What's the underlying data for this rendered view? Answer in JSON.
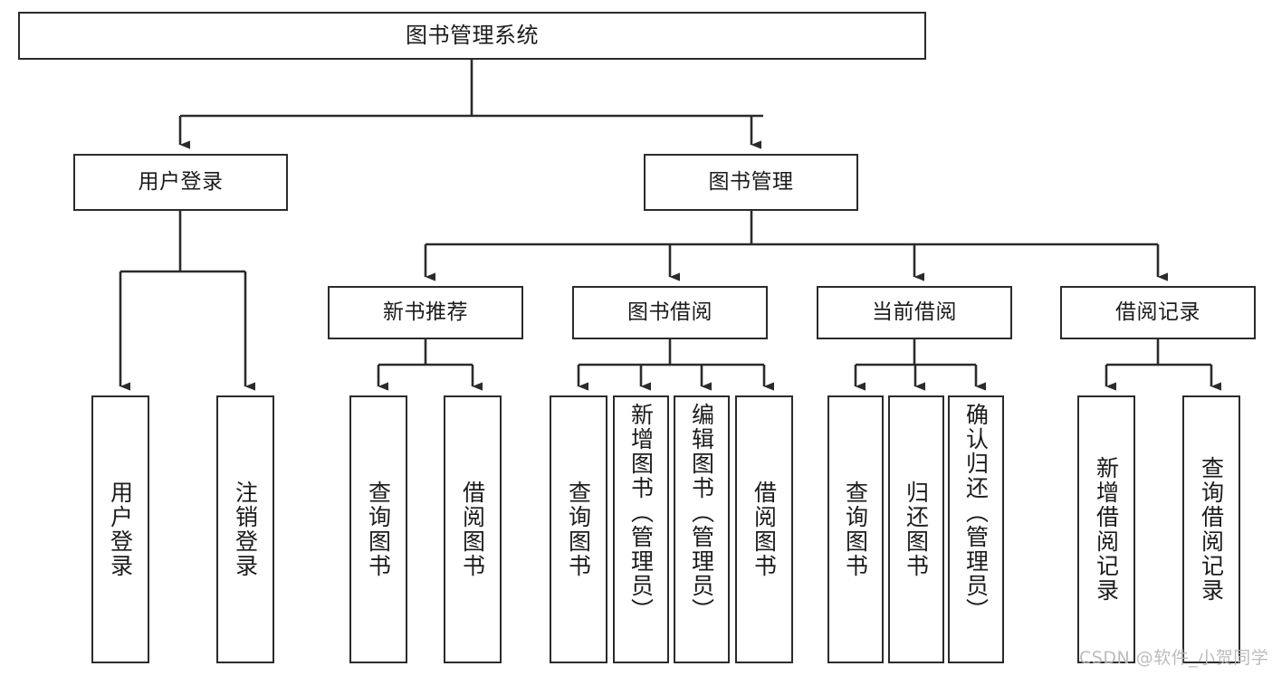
{
  "diagram": {
    "type": "tree-hierarchy",
    "title": "图书管理系统",
    "orientation": "top-down",
    "background_color": "#ffffff",
    "line_color": "#2b2b2b",
    "text_color": "#1b1b1b"
  },
  "nodes": {
    "root": {
      "label": "图书管理系统",
      "level": 1
    },
    "user_login": {
      "label": "用户登录",
      "level": 2
    },
    "book_manage": {
      "label": "图书管理",
      "level": 2
    },
    "new_book_rec": {
      "label": "新书推荐",
      "level": 3
    },
    "book_borrow": {
      "label": "图书借阅",
      "level": 3
    },
    "current_borrow": {
      "label": "当前借阅",
      "level": 3
    },
    "borrow_record": {
      "label": "借阅记录",
      "level": 3
    },
    "leaf_user_login": {
      "label": "用户登录",
      "level": 4
    },
    "leaf_logout": {
      "label": "注销登录",
      "level": 4
    },
    "leaf_query_book_a": {
      "label": "查询图书",
      "level": 4
    },
    "leaf_borrow_book_a": {
      "label": "借阅图书",
      "level": 4
    },
    "leaf_query_book_b": {
      "label": "查询图书",
      "level": 4
    },
    "leaf_add_book": {
      "label": "新增图书（管理员）",
      "level": 4
    },
    "leaf_edit_book": {
      "label": "编辑图书（管理员）",
      "level": 4
    },
    "leaf_borrow_book_b": {
      "label": "借阅图书",
      "level": 4
    },
    "leaf_query_book_c": {
      "label": "查询图书",
      "level": 4
    },
    "leaf_return_book": {
      "label": "归还图书",
      "level": 4
    },
    "leaf_confirm_return": {
      "label": "确认归还（管理员）",
      "level": 4
    },
    "leaf_add_record": {
      "label": "新增借阅记录",
      "level": 4
    },
    "leaf_query_record": {
      "label": "查询借阅记录",
      "level": 4
    }
  },
  "edges": [
    {
      "from": "root",
      "to": "user_login"
    },
    {
      "from": "root",
      "to": "book_manage"
    },
    {
      "from": "user_login",
      "to": "leaf_user_login"
    },
    {
      "from": "user_login",
      "to": "leaf_logout"
    },
    {
      "from": "book_manage",
      "to": "new_book_rec"
    },
    {
      "from": "book_manage",
      "to": "book_borrow"
    },
    {
      "from": "book_manage",
      "to": "current_borrow"
    },
    {
      "from": "book_manage",
      "to": "borrow_record"
    },
    {
      "from": "new_book_rec",
      "to": "leaf_query_book_a"
    },
    {
      "from": "new_book_rec",
      "to": "leaf_borrow_book_a"
    },
    {
      "from": "book_borrow",
      "to": "leaf_query_book_b"
    },
    {
      "from": "book_borrow",
      "to": "leaf_add_book"
    },
    {
      "from": "book_borrow",
      "to": "leaf_edit_book"
    },
    {
      "from": "book_borrow",
      "to": "leaf_borrow_book_b"
    },
    {
      "from": "current_borrow",
      "to": "leaf_query_book_c"
    },
    {
      "from": "current_borrow",
      "to": "leaf_return_book"
    },
    {
      "from": "current_borrow",
      "to": "leaf_confirm_return"
    },
    {
      "from": "borrow_record",
      "to": "leaf_add_record"
    },
    {
      "from": "borrow_record",
      "to": "leaf_query_record"
    }
  ],
  "watermark": {
    "text": "CSDN @软件_小贺同学"
  }
}
